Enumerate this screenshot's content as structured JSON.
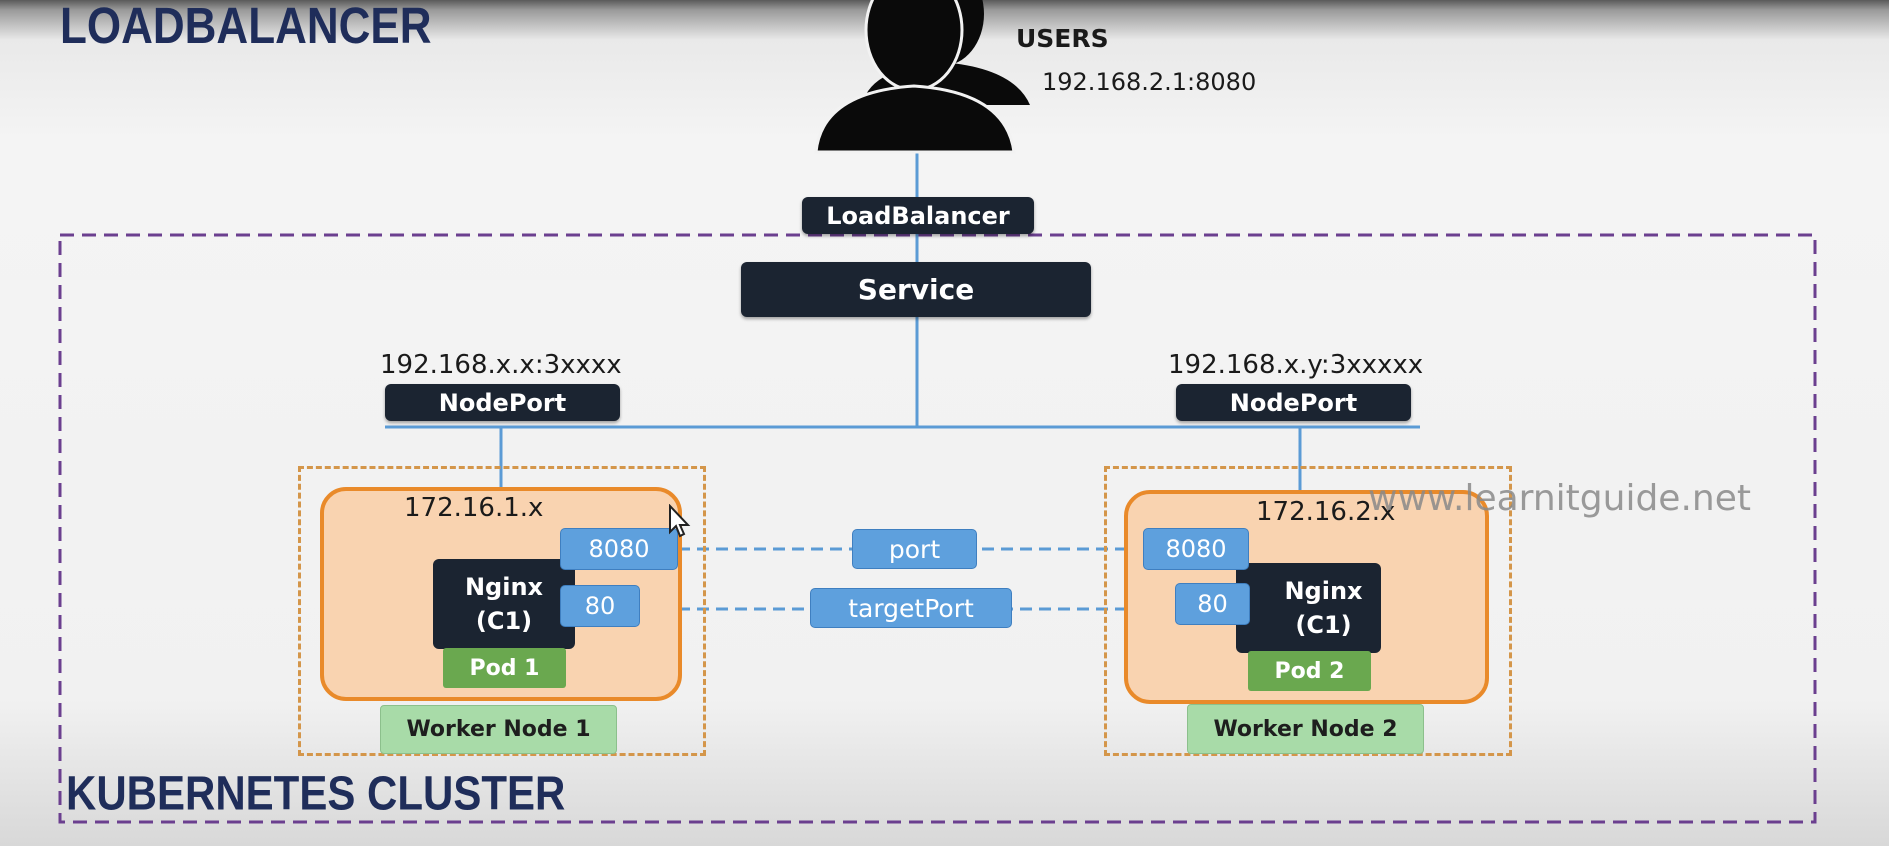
{
  "title": "LOADBALANCER",
  "cluster_label": "KUBERNETES CLUSTER",
  "users": {
    "label": "USERS",
    "address": "192.168.2.1:8080"
  },
  "loadbalancer_label": "LoadBalancer",
  "service_label": "Service",
  "nodeports": [
    {
      "address": "192.168.x.x:3xxxx",
      "label": "NodePort"
    },
    {
      "address": "192.168.x.y:3xxxxx",
      "label": "NodePort"
    }
  ],
  "pods": [
    {
      "ip": "172.16.1.x",
      "port": "8080",
      "target_port": "80",
      "container_line1": "Nginx",
      "container_line2": "(C1)",
      "pod_label": "Pod 1",
      "node_label": "Worker Node 1"
    },
    {
      "ip": "172.16.2.x",
      "port": "8080",
      "target_port": "80",
      "container_line1": "Nginx",
      "container_line2": "(C1)",
      "pod_label": "Pod 2",
      "node_label": "Worker Node 2"
    }
  ],
  "port_label": "port",
  "target_port_label": "targetPort",
  "watermark": "www.learnitguide.net",
  "colors": {
    "dark_box": "#1b2431",
    "port_blue": "#5ea0dd",
    "pod_fill": "#f9d3b0",
    "pod_border": "#e98a2a",
    "pod_label_green": "#6aa84f",
    "worker_node_green": "#a8dba8",
    "cluster_border": "#6b3f8f",
    "connector_blue": "#5b9bd5",
    "title_navy": "#1f2d5a"
  }
}
